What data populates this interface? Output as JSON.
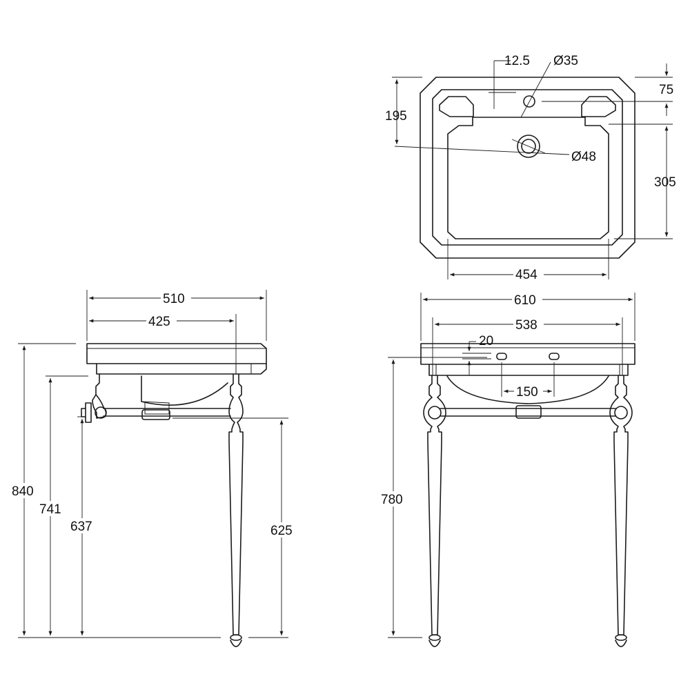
{
  "plan_view": {
    "tap_offset": "12.5",
    "tap_hole_dia": "Ø35",
    "waste_dia": "Ø48",
    "deck_depth": "195",
    "rear_margin": "75",
    "bowl_depth": "305",
    "bowl_width": "454"
  },
  "side_view": {
    "overall_depth": "510",
    "leg_depth": "425",
    "total_height": "840",
    "underside_height": "741",
    "rail_height_left": "637",
    "rail_height_right": "625"
  },
  "front_view": {
    "overall_width": "610",
    "leg_width": "538",
    "tap_centres": "150",
    "rim_offset": "20",
    "rim_height": "780"
  }
}
